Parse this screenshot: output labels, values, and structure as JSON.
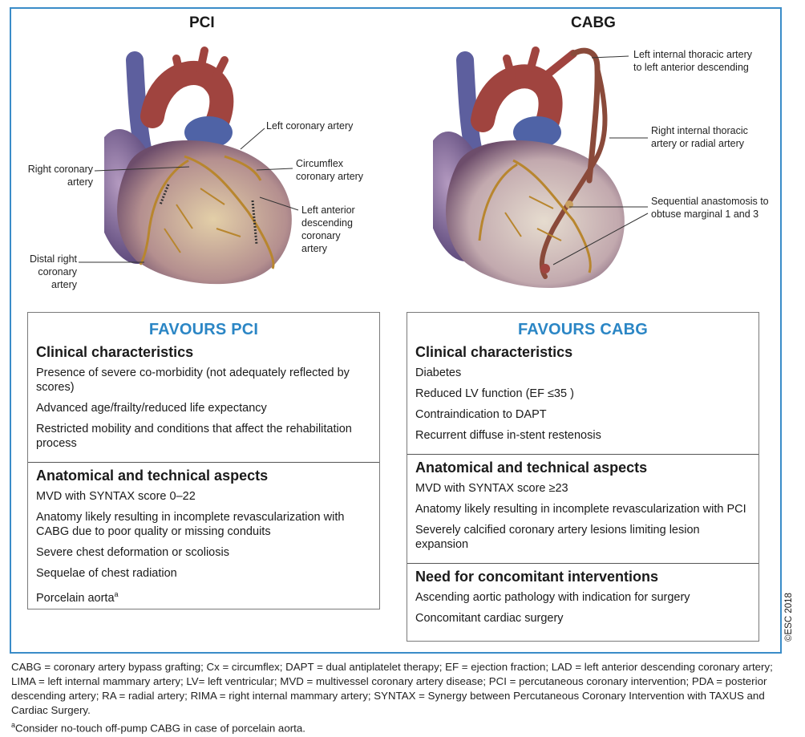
{
  "pci_illustration": {
    "title": "PCI",
    "labels": {
      "left_coronary": "Left coronary artery",
      "right_coronary": "Right coronary artery",
      "circumflex": "Circumflex coronary artery",
      "lad": "Left anterior descending coronary artery",
      "distal_right": "Distal right coronary artery"
    }
  },
  "cabg_illustration": {
    "title": "CABG",
    "labels": {
      "lita": "Left internal thoracic artery to left anterior descending",
      "rita": "Right internal thoracic artery or radial artery",
      "sequential": "Sequential anastomosis to obtuse marginal 1 and 3"
    }
  },
  "favours_pci": {
    "title": "FAVOURS PCI",
    "sections": [
      {
        "title": "Clinical characteristics",
        "items": [
          "Presence of severe co-morbidity (not adequately reflected by scores)",
          "Advanced age/frailty/reduced life expectancy",
          "Restricted mobility and conditions that affect the rehabilitation process"
        ]
      },
      {
        "title": "Anatomical and technical aspects",
        "items": [
          "MVD with SYNTAX score 0–22",
          "Anatomy likely resulting in incomplete revascularization with CABG due to poor quality or missing conduits",
          "Severe chest deformation or scoliosis",
          "Sequelae of chest radiation",
          "Porcelain aorta"
        ],
        "last_item_sup": "a"
      }
    ]
  },
  "favours_cabg": {
    "title": "FAVOURS CABG",
    "sections": [
      {
        "title": "Clinical characteristics",
        "items": [
          "Diabetes",
          "Reduced LV function (EF ≤35  )",
          "Contraindication to DAPT",
          "Recurrent diffuse in-stent restenosis"
        ]
      },
      {
        "title": "Anatomical and technical aspects",
        "items": [
          "MVD with SYNTAX score ≥23",
          "Anatomy likely resulting in incomplete revascularization with PCI",
          "Severely calcified coronary artery lesions limiting lesion expansion"
        ]
      },
      {
        "title": "Need for concomitant interventions",
        "items": [
          "Ascending aortic pathology with indication for surgery",
          "Concomitant cardiac surgery"
        ]
      }
    ]
  },
  "copyright": "©ESC 2018",
  "footnote": {
    "abbreviations": "CABG = coronary artery bypass grafting; Cx = circumflex; DAPT = dual antiplatelet therapy; EF = ejection fraction; LAD = left anterior descending coronary artery; LIMA = left internal  mammary artery; LV= left ventricular; MVD = multivessel coronary artery disease;  PCI = percutaneous coronary intervention; PDA = posterior descending artery; RA = radial artery; RIMA = right internal mammary artery; SYNTAX = Synergy between Percutaneous Coronary Intervention with TAXUS and Cardiac Surgery.",
    "note_sup": "a",
    "note": "Consider no-touch off-pump CABG in case of porcelain aorta."
  },
  "colors": {
    "frame": "#3a8cc8",
    "panel_title": "#2b86c5",
    "heart_body": "#c9a98a",
    "atrium": "#7c6aa0",
    "aorta": "#a0443f",
    "vena_cava": "#5f5fa0",
    "artery": "#b8862e",
    "graft": "#8a4a3a"
  }
}
